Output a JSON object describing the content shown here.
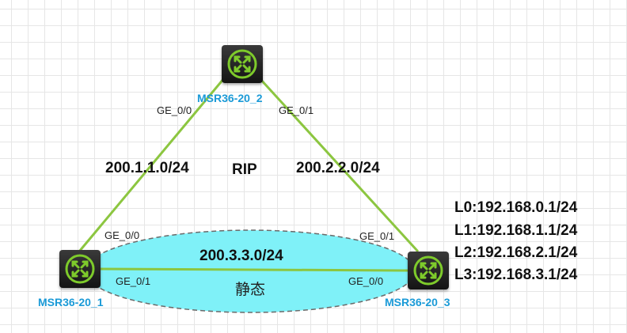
{
  "colors": {
    "link": "#8cc640",
    "device_label": "#1a9ad7",
    "static_zone_fill": "#7ff1f8",
    "static_zone_stroke": "#6a6a6a",
    "router_body": "#1f1f1f",
    "router_icon": "#7ecb2b"
  },
  "devices": {
    "r1": {
      "name": "MSR36-20_1",
      "icon": "router-icon"
    },
    "r2": {
      "name": "MSR36-20_2",
      "icon": "router-icon"
    },
    "r3": {
      "name": "MSR36-20_3",
      "icon": "router-icon"
    }
  },
  "ports": {
    "r2_ge00": "GE_0/0",
    "r2_ge01": "GE_0/1",
    "r1_ge00": "GE_0/0",
    "r1_ge01": "GE_0/1",
    "r3_ge01": "GE_0/1",
    "r3_ge00": "GE_0/0"
  },
  "networks": {
    "left": "200.1.1.0/24",
    "right": "200.2.2.0/24",
    "bottom": "200.3.3.0/24"
  },
  "protocols": {
    "rip": "RIP",
    "static": "静态"
  },
  "loopbacks": [
    "L0:192.168.0.1/24",
    "L1:192.168.1.1/24",
    "L2:192.168.2.1/24",
    "L3:192.168.3.1/24"
  ]
}
